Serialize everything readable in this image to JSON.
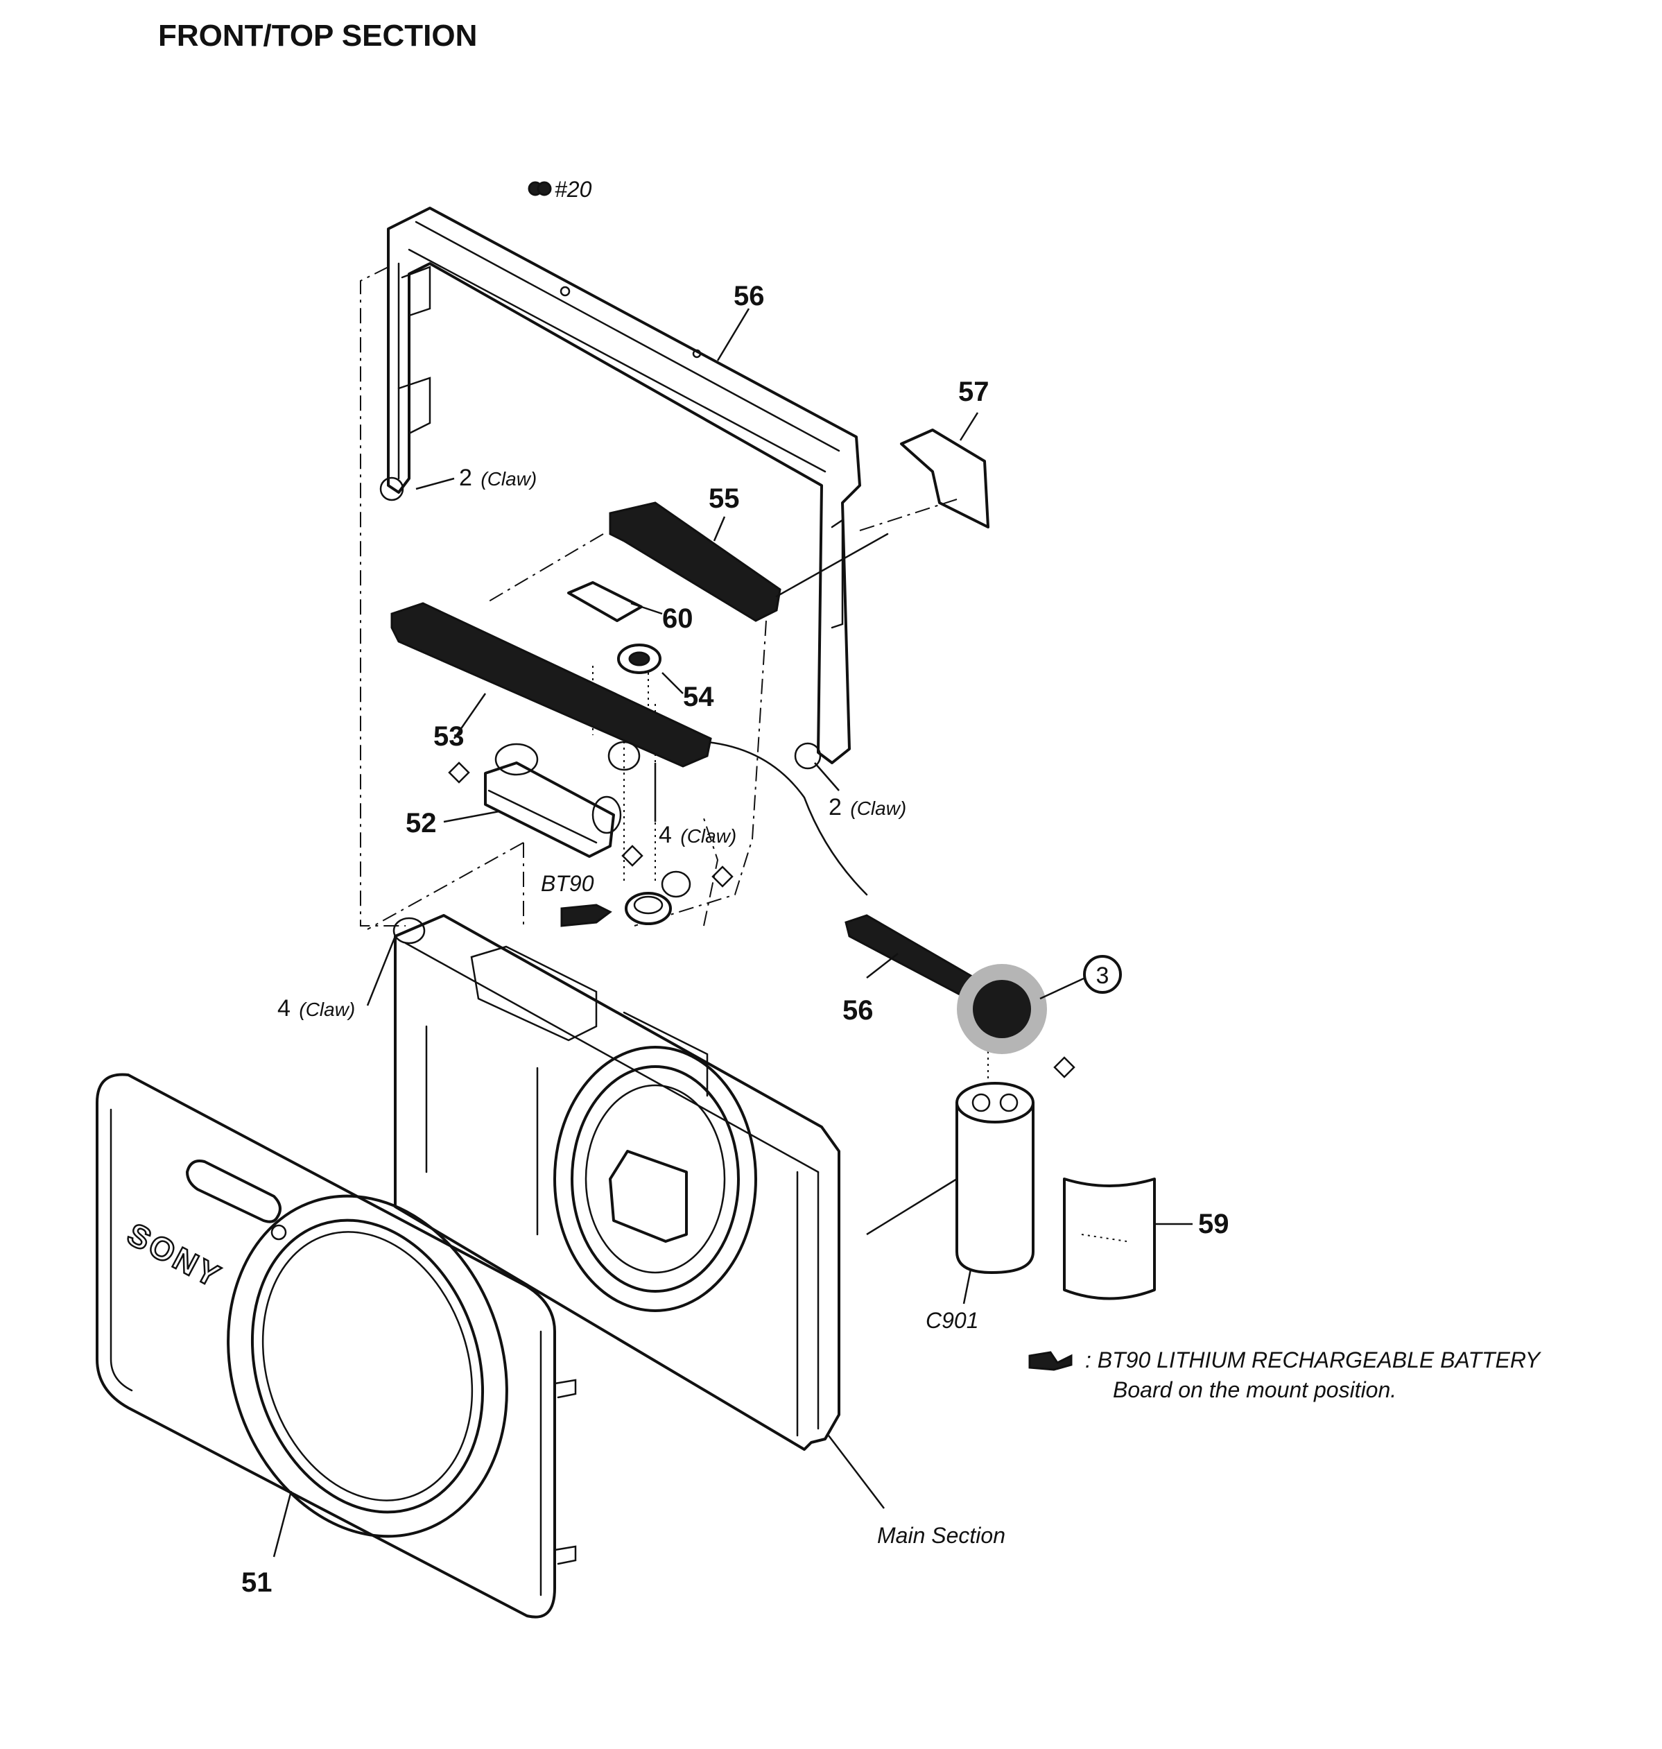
{
  "title": "FRONT/TOP SECTION",
  "screw": "#20",
  "claws": [
    {
      "count": "2",
      "label": "(Claw)"
    },
    {
      "count": "2",
      "label": "(Claw)"
    },
    {
      "count": "4",
      "label": "(Claw)"
    },
    {
      "count": "4",
      "label": "(Claw)"
    }
  ],
  "callout_circle": "3",
  "parts": [
    {
      "ref": "51"
    },
    {
      "ref": "52"
    },
    {
      "ref": "53"
    },
    {
      "ref": "54"
    },
    {
      "ref": "55"
    },
    {
      "ref": "56"
    },
    {
      "ref": "56"
    },
    {
      "ref": "57"
    },
    {
      "ref": "59"
    },
    {
      "ref": "60"
    },
    {
      "ref": "BT90"
    },
    {
      "ref": "C901"
    }
  ],
  "brand": "SONY",
  "main_section": "Main Section",
  "legend": {
    "line1": ": BT90   LITHIUM RECHARGEABLE BATTERY",
    "line2": "Board on the mount position."
  }
}
